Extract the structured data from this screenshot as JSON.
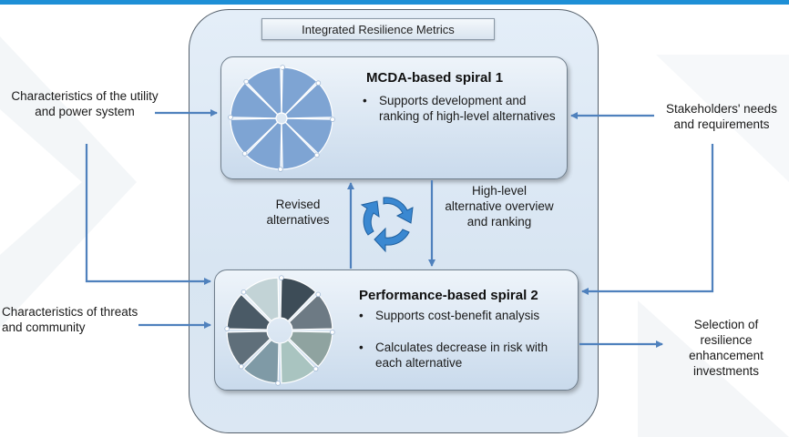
{
  "header_title": "Integrated Resilience Metrics",
  "spiral1": {
    "title": "MCDA-based spiral 1",
    "bullets": [
      "Supports development and ranking of high-level alternatives"
    ]
  },
  "spiral2": {
    "title": "Performance-based spiral 2",
    "bullets": [
      "Supports cost-benefit analysis",
      "Calculates decrease in risk with each alternative"
    ]
  },
  "inputs": {
    "utility": "Characteristics of the utility and power system",
    "threats": "Characteristics of threats and community",
    "stakeholders": "Stakeholders' needs and requirements"
  },
  "flows": {
    "revised": "Revised alternatives",
    "overview": "High-level alternative overview and ranking"
  },
  "output": "Selection of resilience enhancement investments",
  "colors": {
    "accent_bar": "#1e8fd6",
    "arrow": "#4f81bd",
    "spiral1_wheel": "#7ea4d3",
    "spiral2_wheel": [
      "#3d4c57",
      "#6d7a84",
      "#8fa3a0",
      "#a9c4c0",
      "#7f9aa6",
      "#5f6f7a",
      "#4a5a66",
      "#c2d3d6"
    ]
  }
}
